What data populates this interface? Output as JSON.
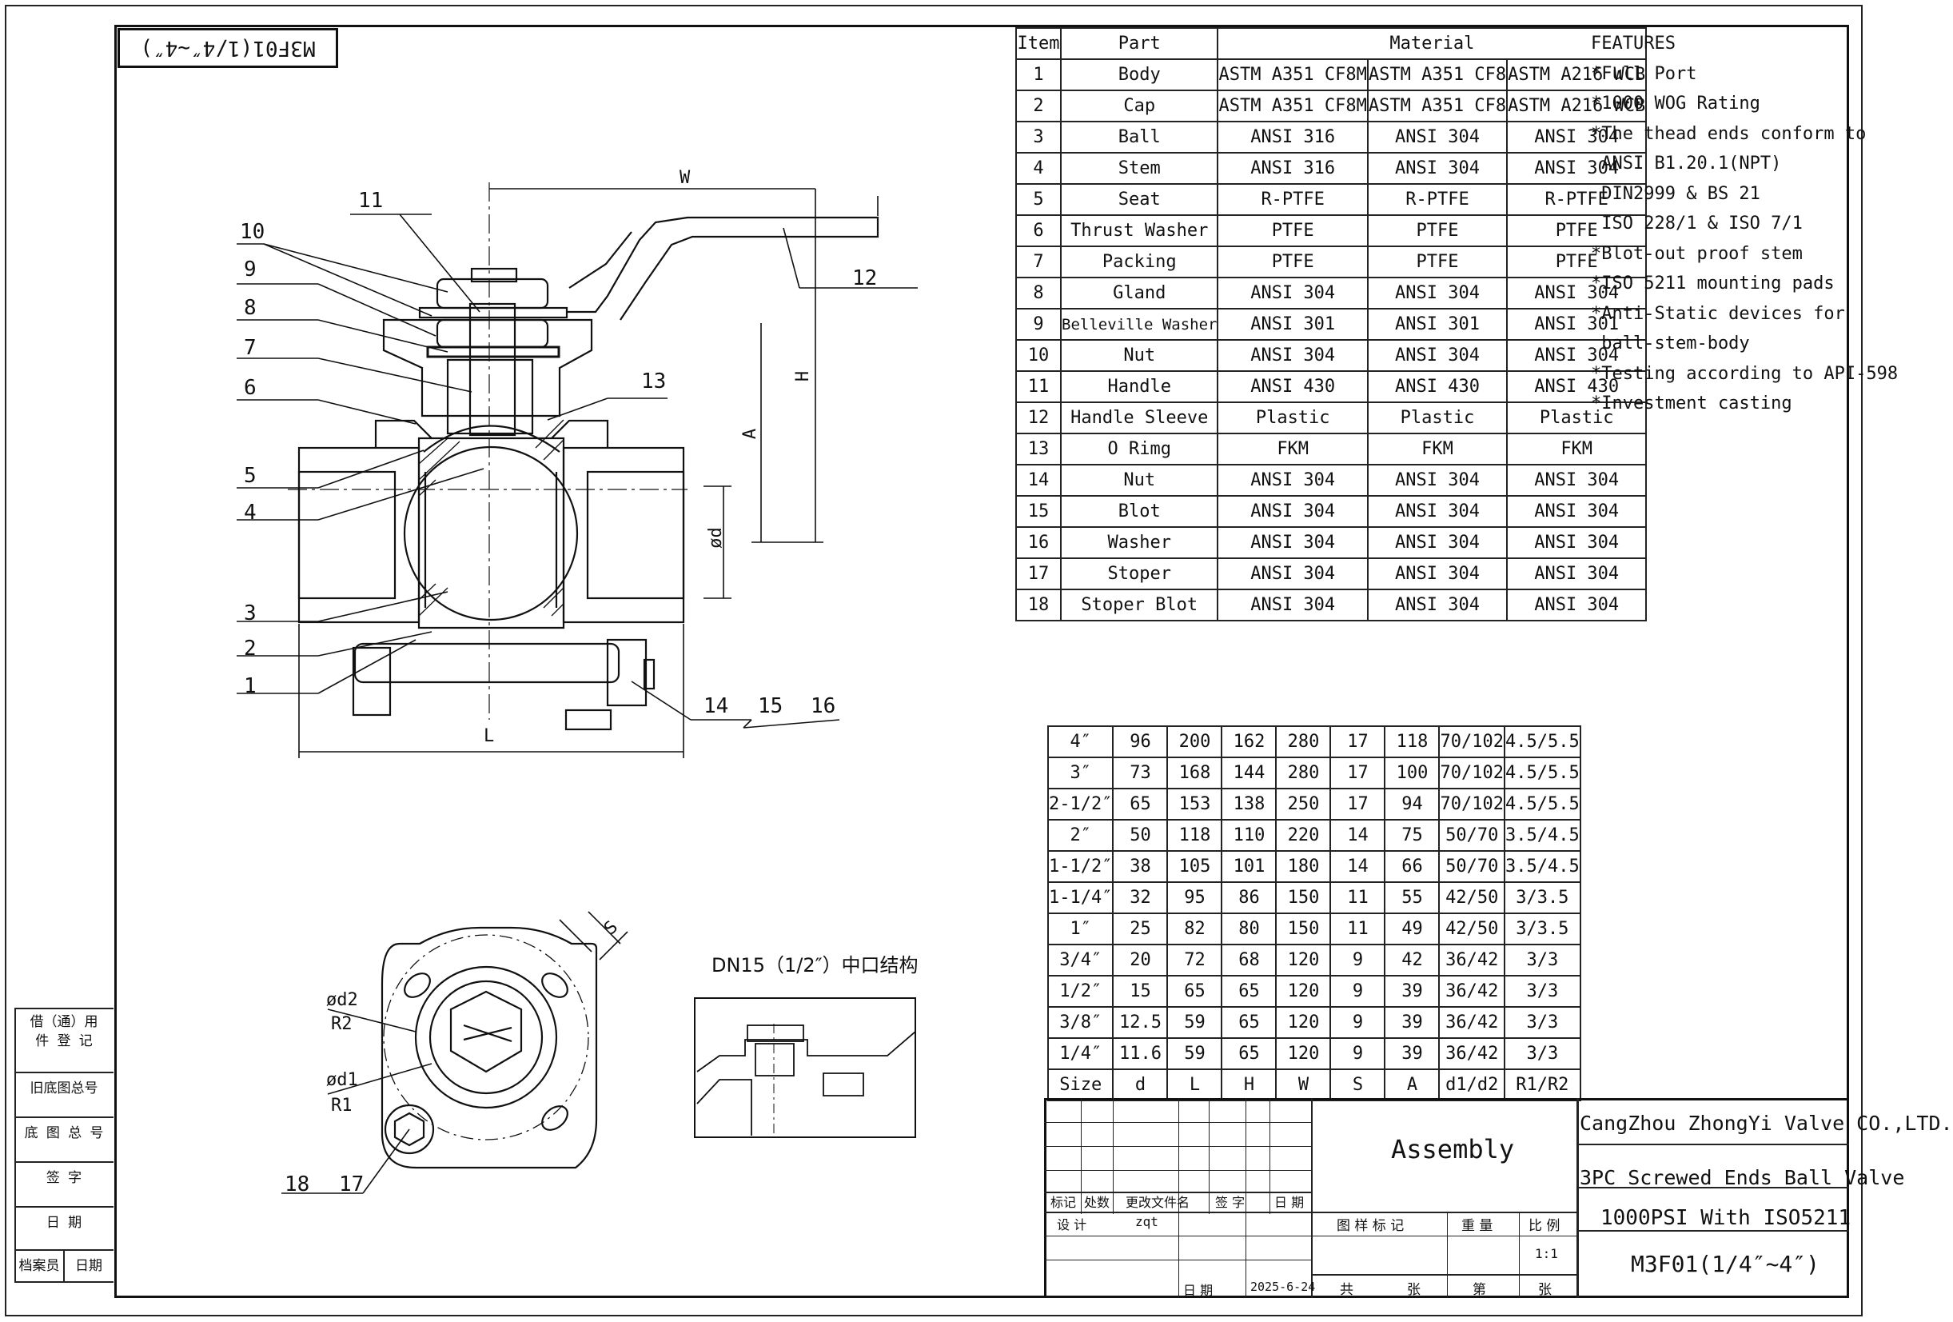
{
  "stamp": "M3F01(1/4″~4″)",
  "material_table": {
    "headers": {
      "item": "Item",
      "part": "Part",
      "material": "Material"
    },
    "rows": [
      {
        "item": "1",
        "part": "Body",
        "m1": "ASTM A351 CF8M",
        "m2": "ASTM A351 CF8",
        "m3": "ASTM A216 WCB"
      },
      {
        "item": "2",
        "part": "Cap",
        "m1": "ASTM A351 CF8M",
        "m2": "ASTM A351 CF8",
        "m3": "ASTM A216 WCB"
      },
      {
        "item": "3",
        "part": "Ball",
        "m1": "ANSI 316",
        "m2": "ANSI 304",
        "m3": "ANSI 304"
      },
      {
        "item": "4",
        "part": "Stem",
        "m1": "ANSI 316",
        "m2": "ANSI 304",
        "m3": "ANSI 304"
      },
      {
        "item": "5",
        "part": "Seat",
        "m1": "R-PTFE",
        "m2": "R-PTFE",
        "m3": "R-PTFE"
      },
      {
        "item": "6",
        "part": "Thrust Washer",
        "m1": "PTFE",
        "m2": "PTFE",
        "m3": "PTFE"
      },
      {
        "item": "7",
        "part": "Packing",
        "m1": "PTFE",
        "m2": "PTFE",
        "m3": "PTFE"
      },
      {
        "item": "8",
        "part": "Gland",
        "m1": "ANSI 304",
        "m2": "ANSI 304",
        "m3": "ANSI 304"
      },
      {
        "item": "9",
        "part": "Belleville Washer",
        "m1": "ANSI 301",
        "m2": "ANSI 301",
        "m3": "ANSI 301"
      },
      {
        "item": "10",
        "part": "Nut",
        "m1": "ANSI 304",
        "m2": "ANSI 304",
        "m3": "ANSI 304"
      },
      {
        "item": "11",
        "part": "Handle",
        "m1": "ANSI 430",
        "m2": "ANSI 430",
        "m3": "ANSI 430"
      },
      {
        "item": "12",
        "part": "Handle Sleeve",
        "m1": "Plastic",
        "m2": "Plastic",
        "m3": "Plastic"
      },
      {
        "item": "13",
        "part": "O Rimg",
        "m1": "FKM",
        "m2": "FKM",
        "m3": "FKM"
      },
      {
        "item": "14",
        "part": "Nut",
        "m1": "ANSI 304",
        "m2": "ANSI 304",
        "m3": "ANSI 304"
      },
      {
        "item": "15",
        "part": "Blot",
        "m1": "ANSI 304",
        "m2": "ANSI 304",
        "m3": "ANSI 304"
      },
      {
        "item": "16",
        "part": "Washer",
        "m1": "ANSI 304",
        "m2": "ANSI 304",
        "m3": "ANSI 304"
      },
      {
        "item": "17",
        "part": "Stoper",
        "m1": "ANSI 304",
        "m2": "ANSI 304",
        "m3": "ANSI 304"
      },
      {
        "item": "18",
        "part": "Stoper Blot",
        "m1": "ANSI 304",
        "m2": "ANSI 304",
        "m3": "ANSI 304"
      }
    ]
  },
  "features": [
    "FEATURES",
    "*Full Port",
    "*1000 WOG Rating",
    "*The thead ends conform to",
    " ANSI B1.20.1(NPT)",
    " DIN2999 & BS 21",
    " ISO 228/1 & ISO 7/1",
    "*Blot-out proof stem",
    "*ISO 5211 mounting pads",
    "*Anti-Static devices for",
    " ball-stem-body",
    "*Testing according to API-598",
    "*Investment casting"
  ],
  "size_table": {
    "header": [
      "Size",
      "d",
      "L",
      "H",
      "W",
      "S",
      "A",
      "d1/d2",
      "R1/R2"
    ],
    "rows": [
      [
        "4″",
        "96",
        "200",
        "162",
        "280",
        "17",
        "118",
        "70/102",
        "4.5/5.5"
      ],
      [
        "3″",
        "73",
        "168",
        "144",
        "280",
        "17",
        "100",
        "70/102",
        "4.5/5.5"
      ],
      [
        "2-1/2″",
        "65",
        "153",
        "138",
        "250",
        "17",
        "94",
        "70/102",
        "4.5/5.5"
      ],
      [
        "2″",
        "50",
        "118",
        "110",
        "220",
        "14",
        "75",
        "50/70",
        "3.5/4.5"
      ],
      [
        "1-1/2″",
        "38",
        "105",
        "101",
        "180",
        "14",
        "66",
        "50/70",
        "3.5/4.5"
      ],
      [
        "1-1/4″",
        "32",
        "95",
        "86",
        "150",
        "11",
        "55",
        "42/50",
        "3/3.5"
      ],
      [
        "1″",
        "25",
        "82",
        "80",
        "150",
        "11",
        "49",
        "42/50",
        "3/3.5"
      ],
      [
        "3/4″",
        "20",
        "72",
        "68",
        "120",
        "9",
        "42",
        "36/42",
        "3/3"
      ],
      [
        "1/2″",
        "15",
        "65",
        "65",
        "120",
        "9",
        "39",
        "36/42",
        "3/3"
      ],
      [
        "3/8″",
        "12.5",
        "59",
        "65",
        "120",
        "9",
        "39",
        "36/42",
        "3/3"
      ],
      [
        "1/4″",
        "11.6",
        "59",
        "65",
        "120",
        "9",
        "39",
        "36/42",
        "3/3"
      ]
    ]
  },
  "drawing_labels": {
    "callouts": [
      "1",
      "2",
      "3",
      "4",
      "5",
      "6",
      "7",
      "8",
      "9",
      "10",
      "11",
      "12",
      "13",
      "14",
      "15",
      "16",
      "17",
      "18"
    ],
    "dim_W": "W",
    "dim_H": "H",
    "dim_A": "A",
    "dim_d": "ød",
    "dim_L": "L",
    "dim_S": "S",
    "d2": "ød2",
    "r2": "R2",
    "d1": "ød1",
    "r1": "R1",
    "dn15_caption": "DN15（1/2″）中口结构"
  },
  "left_blocks": {
    "borrow": "借（通）用\n件 登 记",
    "old_base": "旧底图总号",
    "base": "底 图 总 号",
    "sign": "签  字",
    "date": "日  期",
    "archivist": "档案员",
    "date2": "日期"
  },
  "title_block": {
    "assembly": "Assembly",
    "company": "CangZhou ZhongYi Valve CO.,LTD.",
    "product": "3PC Screwed Ends Ball Valve",
    "rating": "1000PSI With ISO5211",
    "model": "M3F01(1/4″~4″)",
    "mark": "标记",
    "count": "处数",
    "change_doc": "更改文件名",
    "sign": "签  字",
    "date": "日 期",
    "design": "设  计",
    "designer": "zqt",
    "drawing_mark": "图 样 标 记",
    "weight": "重 量",
    "scale": "比 例",
    "scale_value": "1:1",
    "date_label": "日 期",
    "date_value": "2025-6-24",
    "total": "共",
    "sheets": "张",
    "sheet_no": "第",
    "sheets2": "张"
  }
}
